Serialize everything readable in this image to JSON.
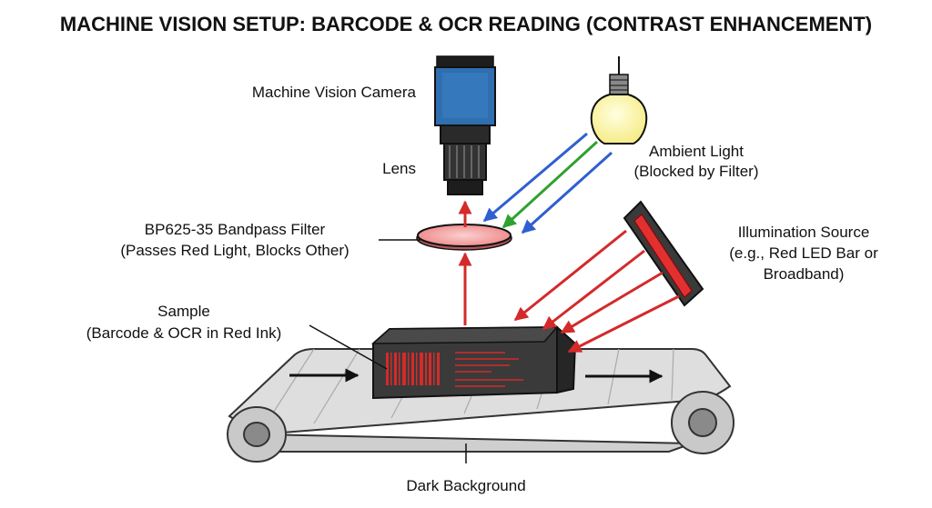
{
  "title": "MACHINE VISION SETUP: BARCODE & OCR READING (CONTRAST ENHANCEMENT)",
  "labels": {
    "camera": "Machine Vision Camera",
    "lens": "Lens",
    "ambient_line1": "Ambient Light",
    "ambient_line2": "(Blocked by Filter)",
    "filter_line1": "BP625-35 Bandpass Filter",
    "filter_line2": "(Passes Red Light, Blocks Other)",
    "illum_line1": "Illumination Source",
    "illum_line2": "(e.g., Red LED Bar or",
    "illum_line3": "Broadband)",
    "sample_line1": "Sample",
    "sample_line2": "(Barcode & OCR in Red Ink)",
    "background": "Dark Background"
  },
  "colors": {
    "camera_body": "#2f6fb0",
    "red_light": "#d42a2a",
    "ambient_blue": "#2f5fd0",
    "ambient_green": "#2fa12f",
    "bulb": "#fff6a8",
    "filter": "#f29a9a",
    "box": "#2a2a2a",
    "belt": "#dcdcdc"
  }
}
